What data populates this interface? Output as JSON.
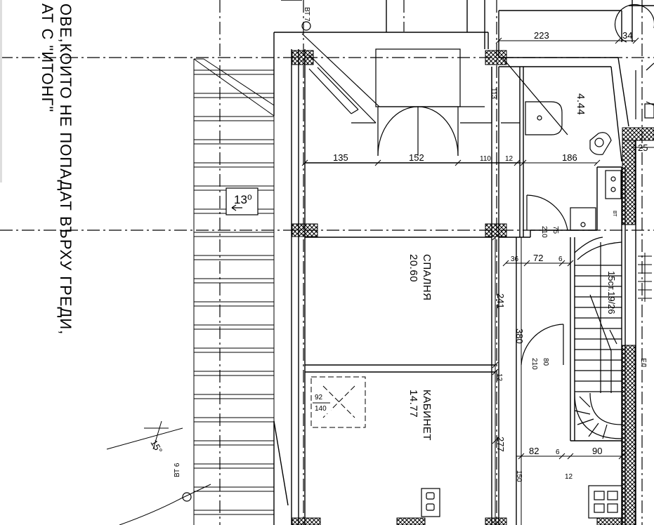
{
  "note": {
    "line1": "ОВЕ,КОИТО НЕ ПОПАДАТ ВЪРХУ ГРЕДИ,",
    "line2": "АТ С \"ИТОНГ\""
  },
  "rooms": {
    "bedroom": {
      "name": "СПАЛНЯ",
      "area": "20.60"
    },
    "office": {
      "name": "КАБИНЕТ",
      "area": "14.77"
    },
    "bathroom": {
      "area": "4.44"
    }
  },
  "stair_note": "15ст.19/26",
  "roof_slope": "15°",
  "slope_tag": "13⁰",
  "chimney_tags": {
    "top": "ВТ 7",
    "bottom": "ВТ 6",
    "bath": "ВТ",
    "right": "ЕЛ"
  },
  "skylight": {
    "w": "92",
    "h": "140"
  },
  "dims": {
    "top_223": "223",
    "top_34": "34",
    "d113": "113",
    "d135": "135",
    "d152": "152",
    "d110": "110",
    "d12a": "12",
    "d186": "186",
    "d25": "25",
    "d210a": "210",
    "d75": "75",
    "d36": "36",
    "d72": "72",
    "d6a": "6",
    "d241": "241",
    "d380": "380",
    "d210b": "210",
    "d80": "80",
    "d12b": "12",
    "d277": "277",
    "d82": "82",
    "d6b": "6",
    "d90": "90",
    "d150": "150",
    "d12c": "12"
  }
}
